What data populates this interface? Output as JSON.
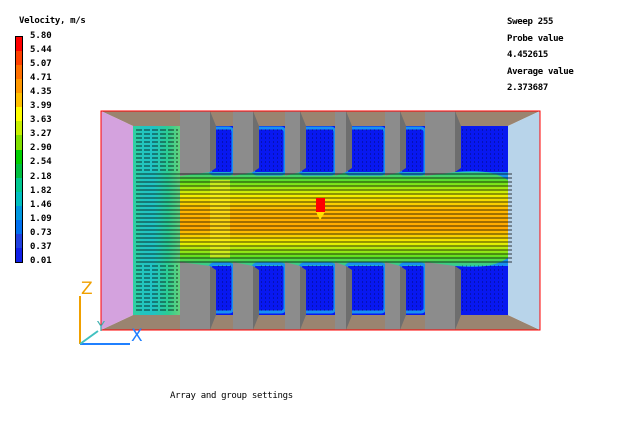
{
  "legend": {
    "title": "Velocity, m/s",
    "values": [
      "5.80",
      "5.44",
      "5.07",
      "4.71",
      "4.35",
      "3.99",
      "3.63",
      "3.27",
      "2.90",
      "2.54",
      "2.18",
      "1.82",
      "1.46",
      "1.09",
      "0.73",
      "0.37",
      "0.01"
    ],
    "colors": [
      "#ff0000",
      "#ff4000",
      "#ff7000",
      "#ff9800",
      "#ffc000",
      "#ffff00",
      "#c8f000",
      "#80e000",
      "#00d000",
      "#00c040",
      "#00c890",
      "#00c0c0",
      "#0098e0",
      "#0070f0",
      "#2040e0",
      "#1020e8"
    ]
  },
  "info": {
    "sweep": "Sweep 255",
    "probe_label": "Probe value",
    "probe_value": "4.452615",
    "average_label": "Average value",
    "average_value": "2.373687"
  },
  "axes": {
    "x": "X",
    "y": "Y",
    "z": "Z"
  },
  "footer": {
    "settings_label": "Array and group settings"
  },
  "colors": {
    "inlet": "#d4a2de",
    "outlet": "#b8d4ea",
    "wall": "#9a8470",
    "block": "#8a8a8a",
    "low": "#0818f0",
    "core": "#ffb000",
    "probe": "#ff0000"
  }
}
